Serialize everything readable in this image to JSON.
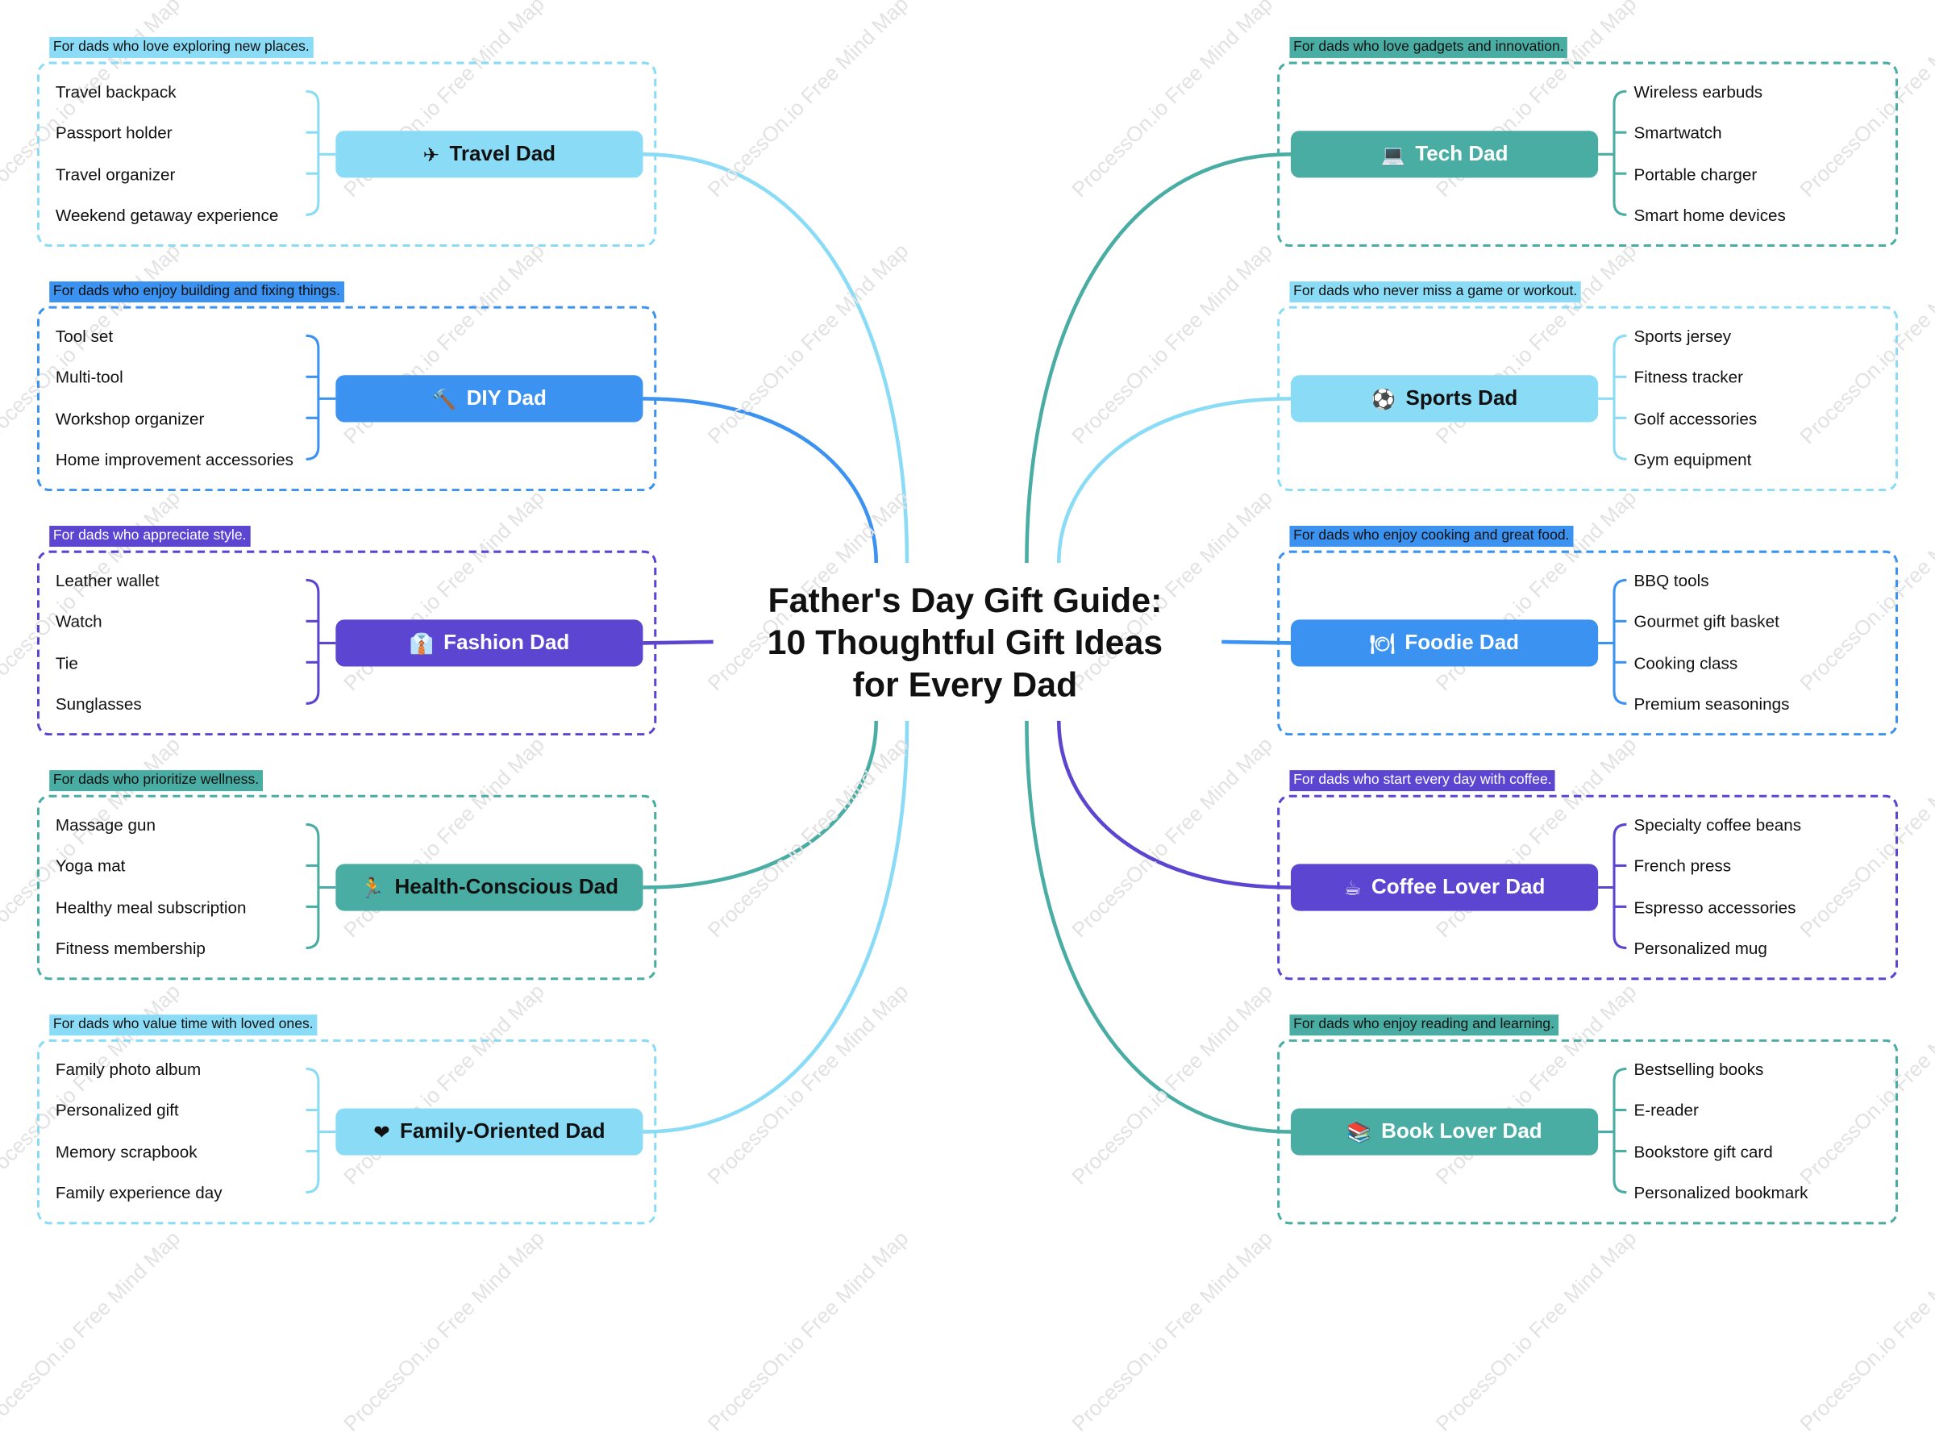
{
  "title_lines": [
    "Father's Day Gift Guide:",
    "10 Thoughtful Gift Ideas",
    "for Every Dad"
  ],
  "watermark": "ProcessOn.io Free Mind Map",
  "colors": {
    "cyan": "#8adcf6",
    "blue": "#3b92f0",
    "purple": "#5b45d1",
    "teal": "#4aada3"
  },
  "branches": [
    {
      "key": "travel",
      "label": "Travel Dad",
      "icon": "✈",
      "icon_name": "airplane-icon",
      "note": "For dads who love exploring new places.",
      "color": "#8adcf6",
      "text_color": "#111111",
      "items": [
        "Travel backpack",
        "Passport holder",
        "Travel organizer",
        "Weekend getaway experience"
      ]
    },
    {
      "key": "diy",
      "label": "DIY Dad",
      "icon": "🔨",
      "icon_name": "hammer-icon",
      "note": "For dads who enjoy building and fixing things.",
      "color": "#3b92f0",
      "text_color": "#ffffff",
      "items": [
        "Tool set",
        "Multi-tool",
        "Workshop organizer",
        "Home improvement accessories"
      ]
    },
    {
      "key": "fashion",
      "label": "Fashion Dad",
      "icon": "👔",
      "icon_name": "necktie-icon",
      "note": "For dads who appreciate style.",
      "color": "#5b45d1",
      "text_color": "#ffffff",
      "items": [
        "Leather wallet",
        "Watch",
        "Tie",
        "Sunglasses"
      ]
    },
    {
      "key": "health",
      "label": "Health-Conscious Dad",
      "icon": "🏃",
      "icon_name": "runner-icon",
      "note": "For dads who prioritize wellness.",
      "color": "#4aada3",
      "text_color": "#111111",
      "items": [
        "Massage gun",
        "Yoga mat",
        "Healthy meal subscription",
        "Fitness membership"
      ]
    },
    {
      "key": "family",
      "label": "Family-Oriented Dad",
      "icon": "❤",
      "icon_name": "heart-icon",
      "note": "For dads who value time with loved ones.",
      "color": "#8adcf6",
      "text_color": "#111111",
      "items": [
        "Family photo album",
        "Personalized gift",
        "Memory scrapbook",
        "Family experience day"
      ]
    },
    {
      "key": "tech",
      "label": "Tech Dad",
      "icon": "💻",
      "icon_name": "laptop-icon",
      "note": "For dads who love gadgets and innovation.",
      "color": "#4aada3",
      "text_color": "#ffffff",
      "items": [
        "Wireless earbuds",
        "Smartwatch",
        "Portable charger",
        "Smart home devices"
      ]
    },
    {
      "key": "sports",
      "label": "Sports Dad",
      "icon": "⚽",
      "icon_name": "soccer-ball-icon",
      "note": "For dads who never miss a game or workout.",
      "color": "#8adcf6",
      "text_color": "#111111",
      "items": [
        "Sports jersey",
        "Fitness tracker",
        "Golf accessories",
        "Gym equipment"
      ]
    },
    {
      "key": "foodie",
      "label": "Foodie Dad",
      "icon": "🍽",
      "icon_name": "plate-icon",
      "note": "For dads who enjoy cooking and great food.",
      "color": "#3b92f0",
      "text_color": "#ffffff",
      "items": [
        "BBQ tools",
        "Gourmet gift basket",
        "Cooking class",
        "Premium seasonings"
      ]
    },
    {
      "key": "coffee",
      "label": "Coffee Lover Dad",
      "icon": "☕",
      "icon_name": "coffee-icon",
      "note": "For dads who start every day with coffee.",
      "color": "#5b45d1",
      "text_color": "#ffffff",
      "items": [
        "Specialty coffee beans",
        "French press",
        "Espresso accessories",
        "Personalized mug"
      ]
    },
    {
      "key": "book",
      "label": "Book Lover Dad",
      "icon": "📚",
      "icon_name": "books-icon",
      "note": "For dads who enjoy reading and learning.",
      "color": "#4aada3",
      "text_color": "#ffffff",
      "items": [
        "Bestselling books",
        "E-reader",
        "Bookstore gift card",
        "Personalized bookmark"
      ]
    }
  ]
}
